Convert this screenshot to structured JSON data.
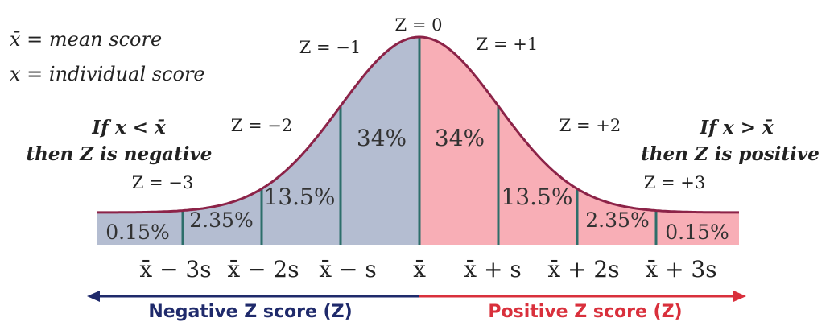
{
  "legend": {
    "mean_line": "x̄ = mean score",
    "individual_line": "x = individual score"
  },
  "conditions": {
    "left_line1": "If x < x̄",
    "left_line2": "then Z is negative",
    "right_line1": "If x > x̄",
    "right_line2": "then Z is positive"
  },
  "z_labels": {
    "zm3": "Z = −3",
    "zm2": "Z = −2",
    "zm1": "Z = −1",
    "z0": "Z = 0",
    "zp1": "Z = +1",
    "zp2": "Z = +2",
    "zp3": "Z = +3"
  },
  "percentages": {
    "l_tail": "0.15%",
    "l_235": "2.35%",
    "l_135": "13.5%",
    "l_34": "34%",
    "r_34": "34%",
    "r_135": "13.5%",
    "r_235": "2.35%",
    "r_tail": "0.15%"
  },
  "axis_labels": {
    "m3": "x̄ − 3s",
    "m2": "x̄ − 2s",
    "m1": "x̄ − s",
    "mean": "x̄",
    "p1": "x̄ + s",
    "p2": "x̄ + 2s",
    "p3": "x̄ + 3s"
  },
  "arrows": {
    "negative_label": "Negative Z score (Z)",
    "positive_label": "Positive Z score (Z)"
  },
  "colors": {
    "left_fill": "#b4bdd1",
    "right_fill": "#f8aeb6",
    "curve": "#8c2348",
    "divider": "#2d6e6a",
    "negative": "#1f2a6b",
    "positive": "#d9303c"
  }
}
